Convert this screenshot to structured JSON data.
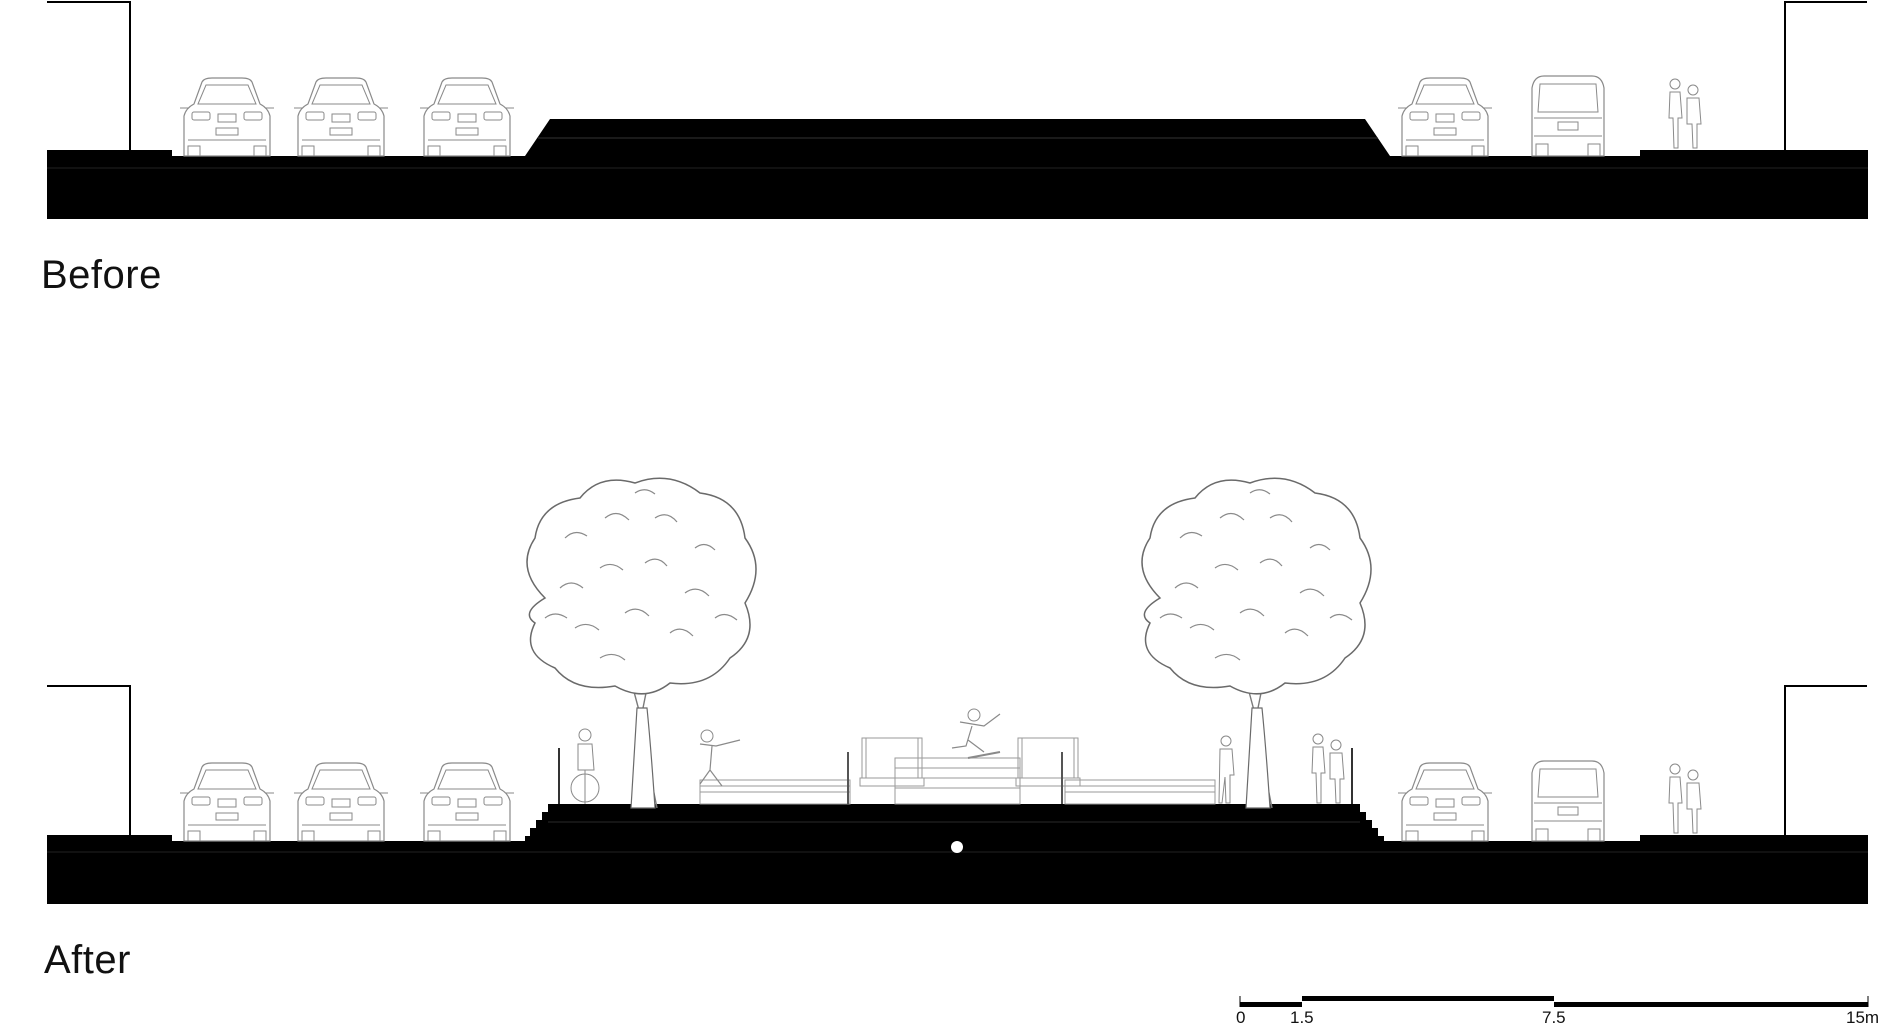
{
  "sections": {
    "before": {
      "label": "Before"
    },
    "after": {
      "label": "After"
    }
  },
  "scale_bar": {
    "ticks": [
      "0",
      "1.5",
      "7.5",
      "15m"
    ]
  },
  "icons": [
    "car-front-icon",
    "van-rear-icon",
    "pedestrian-icon",
    "tree-icon",
    "cyclist-icon",
    "skateboarder-icon",
    "bench-icon",
    "lamp-icon"
  ],
  "colors": {
    "ink": "#000000",
    "paper": "#ffffff",
    "line": "#9a9a9a"
  }
}
